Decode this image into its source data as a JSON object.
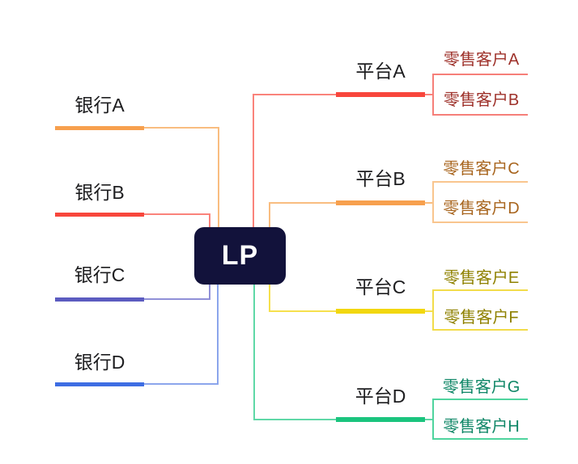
{
  "canvas": {
    "background": "#FFFFFF"
  },
  "root": {
    "label": "LP",
    "bg_color": "#12123B",
    "text_color": "#FFFFFF"
  },
  "topic_text_color": "#1D1D1F",
  "left_branches": [
    {
      "label": "银行A",
      "bar_color": "#F7A04E",
      "line_color": "#F9BD80"
    },
    {
      "label": "银行B",
      "bar_color": "#F8463C",
      "line_color": "#FA837B"
    },
    {
      "label": "银行C",
      "bar_color": "#5B5BC0",
      "line_color": "#9090D8"
    },
    {
      "label": "银行D",
      "bar_color": "#3D6DE3",
      "line_color": "#8BA5EC"
    }
  ],
  "right_branches": [
    {
      "label": "平台A",
      "bar_color": "#F8463C",
      "line_color": "#FA837B",
      "child_text_color": "#9E312A",
      "child_line_color": "#F67F79",
      "children": [
        {
          "label": "零售客户A"
        },
        {
          "label": "零售客户B"
        }
      ]
    },
    {
      "label": "平台B",
      "bar_color": "#F7A04E",
      "line_color": "#F9BD80",
      "child_text_color": "#A8651E",
      "child_line_color": "#F9C58E",
      "children": [
        {
          "label": "零售客户C"
        },
        {
          "label": "零售客户D"
        }
      ]
    },
    {
      "label": "平台C",
      "bar_color": "#F2D70E",
      "line_color": "#F6E04D",
      "child_text_color": "#8F8100",
      "child_line_color": "#F2DC4A",
      "children": [
        {
          "label": "零售客户E"
        },
        {
          "label": "零售客户F"
        }
      ]
    },
    {
      "label": "平台D",
      "bar_color": "#1BC47E",
      "line_color": "#5FD8A7",
      "child_text_color": "#0E8666",
      "child_line_color": "#4FD49E",
      "children": [
        {
          "label": "零售客户G"
        },
        {
          "label": "零售客户H"
        }
      ]
    }
  ]
}
